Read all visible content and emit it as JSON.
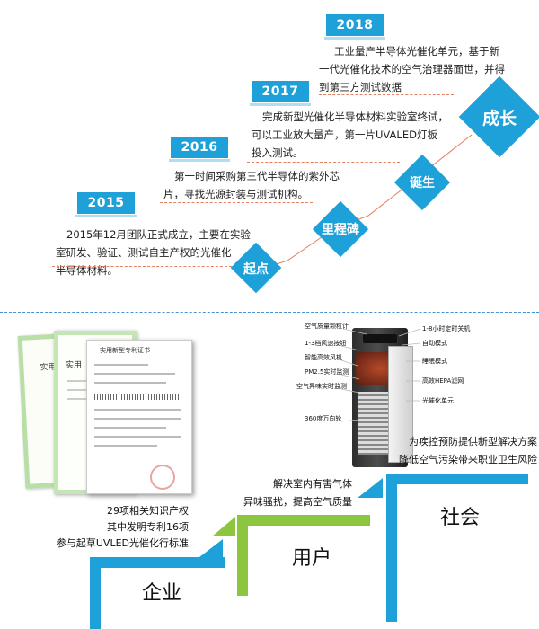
{
  "timeline": {
    "items": [
      {
        "year": "2018",
        "lines": [
          "工业量产半导体光催化单元，基于新",
          "一代光催化技术的空气治理器面世，并得",
          "到第三方测试数据"
        ]
      },
      {
        "year": "2017",
        "lines": [
          "完成新型光催化半导体材料实验室终试，",
          "可以工业放大量产，第一片UVALED灯板",
          "投入测试。"
        ]
      },
      {
        "year": "2016",
        "lines": [
          "第一时间采购第三代半导体的紫外芯",
          "片，寻找光源封装与测试机构。"
        ]
      },
      {
        "year": "2015",
        "lines": [
          "2015年12月团队正式成立，主要在实验",
          "室研发、验证、测试自主产权的光催化",
          "半导体材料。"
        ]
      }
    ],
    "stages": [
      "起点",
      "里程碑",
      "诞生",
      "成长"
    ]
  },
  "bottom": {
    "enterprise": {
      "title": "企业",
      "lines": [
        "29项相关知识产权",
        "其中发明专利16项",
        "参与起草UVLED光催化行标准"
      ]
    },
    "user": {
      "title": "用户",
      "lines": [
        "解决室内有害气体",
        "异味骚扰，提高空气质量"
      ]
    },
    "society": {
      "title": "社会",
      "lines": [
        "为疾控预防提供新型解决方案",
        "降低空气污染带来职业卫生风险"
      ]
    },
    "product_labels": {
      "left": [
        "空气质量颗粒计",
        "1-3档风速按钮",
        "智能高效风机",
        "PM2.5实时监测",
        "空气异味实时监测",
        "360度万向轮"
      ],
      "right": [
        "1-8小时定时关机",
        "自动模式",
        "睡眠模式",
        "高效HEPA滤网",
        "光催化单元"
      ]
    },
    "certificates": {
      "title": "实用新型专利证书",
      "word": "实用"
    }
  },
  "colors": {
    "blue": "#1ea0d8",
    "green": "#8cc63f",
    "dash": "#e57f5e"
  }
}
